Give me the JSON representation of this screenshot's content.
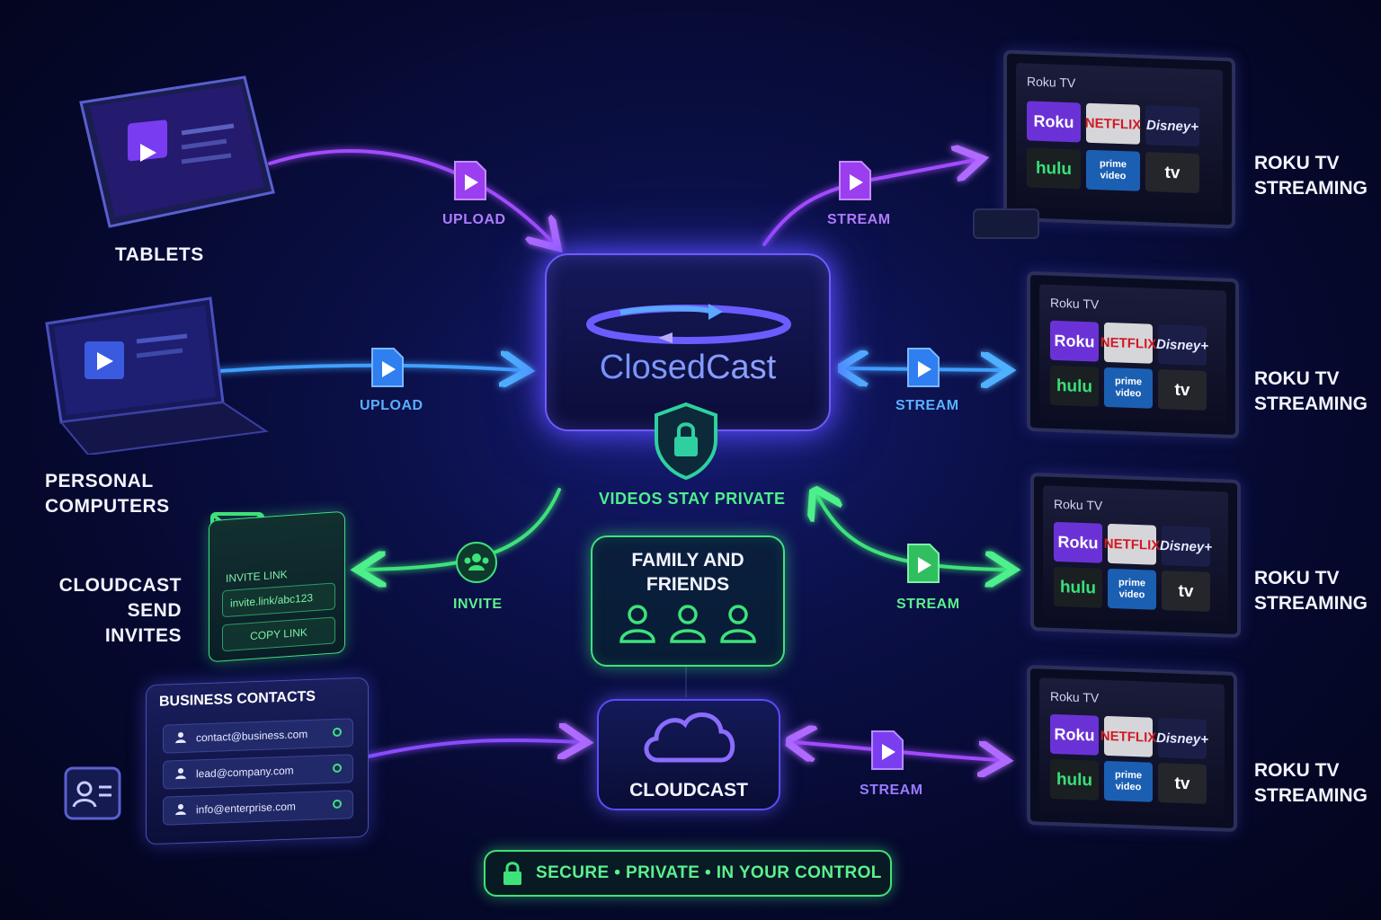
{
  "sources": {
    "tablets": "TABLETS",
    "computers_line1": "PERSONAL",
    "computers_line2": "COMPUTERS",
    "invites_line1": "CLOUDCAST",
    "invites_line2": "SEND INVITES"
  },
  "flows": {
    "upload_tablet": "UPLOAD",
    "upload_computer": "UPLOAD",
    "invite": "INVITE",
    "stream_1": "STREAM",
    "stream_2": "STREAM",
    "stream_3": "STREAM",
    "stream_cloud": "STREAM"
  },
  "hub": {
    "title": "ClosedCast",
    "privacy_label": "VIDEOS STAY PRIVATE"
  },
  "family": {
    "line1": "FAMILY AND",
    "line2": "FRIENDS"
  },
  "cloud": {
    "label": "CLOUDCAST"
  },
  "invite_panel": {
    "title": "INVITE LINK",
    "link": "invite.link/abc123",
    "copy_button": "COPY LINK"
  },
  "contacts": {
    "title": "BUSINESS CONTACTS",
    "items": [
      "contact@business.com",
      "lead@company.com",
      "info@enterprise.com"
    ]
  },
  "tvs": [
    {
      "screen_title": "Roku TV",
      "line1": "ROKU TV",
      "line2": "STREAMING"
    },
    {
      "screen_title": "Roku TV",
      "line1": "ROKU TV",
      "line2": "STREAMING"
    },
    {
      "screen_title": "Roku TV",
      "line1": "ROKU TV",
      "line2": "STREAMING"
    },
    {
      "screen_title": "Roku TV",
      "line1": "ROKU TV",
      "line2": "STREAMING"
    }
  ],
  "tiles": {
    "roku": "Roku",
    "netflix": "NETFLIX",
    "disney": "Disney+",
    "hulu": "hulu",
    "prime": "prime video",
    "apple": "tv"
  },
  "footer": {
    "text": "SECURE • PRIVATE • IN YOUR CONTROL"
  },
  "colors": {
    "purple": "#a24bff",
    "blue": "#3fa0ff",
    "green": "#3ee27a",
    "background": "#05082a"
  }
}
